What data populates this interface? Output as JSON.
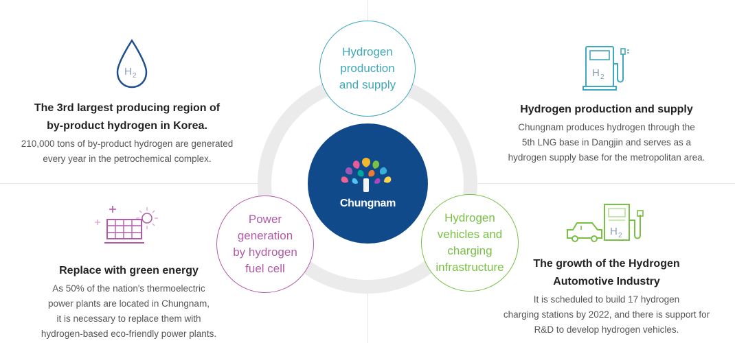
{
  "center": {
    "name": "Chungnam"
  },
  "bubbles": {
    "top": {
      "lines": [
        "Hydrogen",
        "production",
        "and supply"
      ]
    },
    "left": {
      "lines": [
        "Power",
        "generation",
        "by hydrogen",
        "fuel cell"
      ]
    },
    "right": {
      "lines": [
        "Hydrogen",
        "vehicles and",
        "charging",
        "infrastructure"
      ]
    }
  },
  "blocks": {
    "top_left": {
      "title": "The 3rd largest producing region of\nby-product hydrogen in Korea.",
      "text": "210,000 tons of by-product hydrogen are generated\nevery year in the petrochemical complex."
    },
    "top_right": {
      "title": "Hydrogen production and supply",
      "text": "Chungnam produces hydrogen through the\n5th LNG base in Dangjin and serves as a\nhydrogen supply base for the metropolitan area."
    },
    "bottom_left": {
      "title": "Replace with green energy",
      "text": "As 50% of the nation's thermoelectric\npower plants are located in Chungnam,\nit is necessary to replace them with\nhydrogen-based eco-friendly power plants."
    },
    "bottom_right": {
      "title": "The growth of the Hydrogen\nAutomotive Industry",
      "text": "It is scheduled to build 17 hydrogen\ncharging stations by 2022, and there is support for\nR&D to develop hydrogen vehicles."
    }
  },
  "icons": {
    "drop": {
      "name": "hydrogen-drop-icon",
      "label": "H",
      "sub": "2",
      "color": "#1f4f8f"
    },
    "pump": {
      "name": "hydrogen-pump-icon",
      "label": "H",
      "sub": "2",
      "color": "#3fa7bc"
    },
    "solar": {
      "name": "solar-panel-icon",
      "color": "#b25aa8"
    },
    "car": {
      "name": "hydrogen-car-charging-icon",
      "label": "H",
      "sub": "2",
      "color": "#77c043"
    }
  },
  "colors": {
    "center": "#114a8b",
    "ring": "#ebebeb",
    "teal": "#3fa7bc",
    "purple": "#b25aa8",
    "green": "#77c043"
  }
}
